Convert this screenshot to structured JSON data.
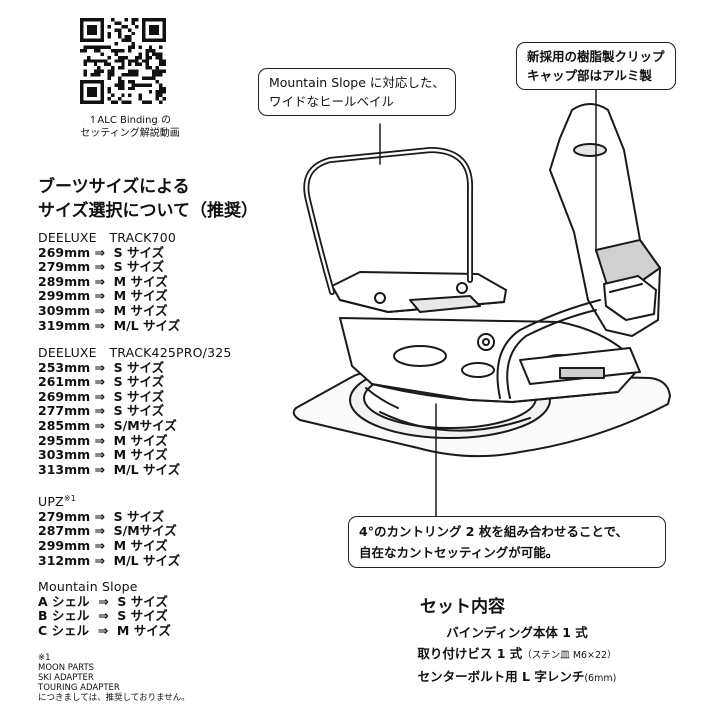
{
  "qr_caption": [
    "↿ALC Binding の",
    "セッティング解説動画"
  ],
  "heading": [
    "ブーツサイズによる",
    "サイズ選択について（推奨）"
  ],
  "sections": [
    {
      "title": "DEELUXE　TRACK700",
      "title_sup": "",
      "rows": [
        "269mm ⇒  S サイズ",
        "279mm ⇒  S サイズ",
        "289mm ⇒  M サイズ",
        "299mm ⇒  M サイズ",
        "309mm ⇒  M サイズ",
        "319mm ⇒  M/L サイズ"
      ]
    },
    {
      "title": "DEELUXE　TRACK425PRO/325",
      "title_sup": "",
      "rows": [
        "253mm ⇒  S サイズ",
        "261mm ⇒  S サイズ",
        "269mm ⇒  S サイズ",
        "277mm ⇒  S サイズ",
        "285mm ⇒  S/Mサイズ",
        "295mm ⇒  M サイズ",
        "303mm ⇒  M サイズ",
        "313mm ⇒  M/L サイズ"
      ]
    },
    {
      "title": "UPZ",
      "title_sup": "※1",
      "rows": [
        "279mm ⇒  S サイズ",
        "287mm ⇒  S/Mサイズ",
        "299mm ⇒  M サイズ",
        "312mm ⇒  M/L サイズ"
      ]
    },
    {
      "title": "Mountain Slope",
      "title_sup": "",
      "rows": [
        "A シェル  ⇒  S サイズ",
        "B シェル  ⇒  S サイズ",
        "C シェル  ⇒  M サイズ"
      ]
    }
  ],
  "footnote": [
    "※1",
    "MOON PARTS",
    "SKI ADAPTER",
    "TOURING ADAPTER",
    "につきましては、推奨しておりません。"
  ],
  "callouts": {
    "heelcup": [
      "Mountain Slope に対応した、",
      "ワイドなヒールベイル"
    ],
    "clip": [
      "新採用の樹脂製クリップ",
      "キャップ部はアルミ製"
    ],
    "canting": [
      "4°のカントリング 2 枚を組み合わせることで、",
      "自在なカントセッティングが可能。"
    ]
  },
  "set_contents": {
    "title": "セット内容",
    "line1": "バインディング本体 1 式",
    "line2_main": "取り付けビス 1 式",
    "line2_small": "（ステン皿 M6×22）",
    "line3_main": "センターボルト用 L 字レンチ",
    "line3_small": "(6mm)"
  }
}
